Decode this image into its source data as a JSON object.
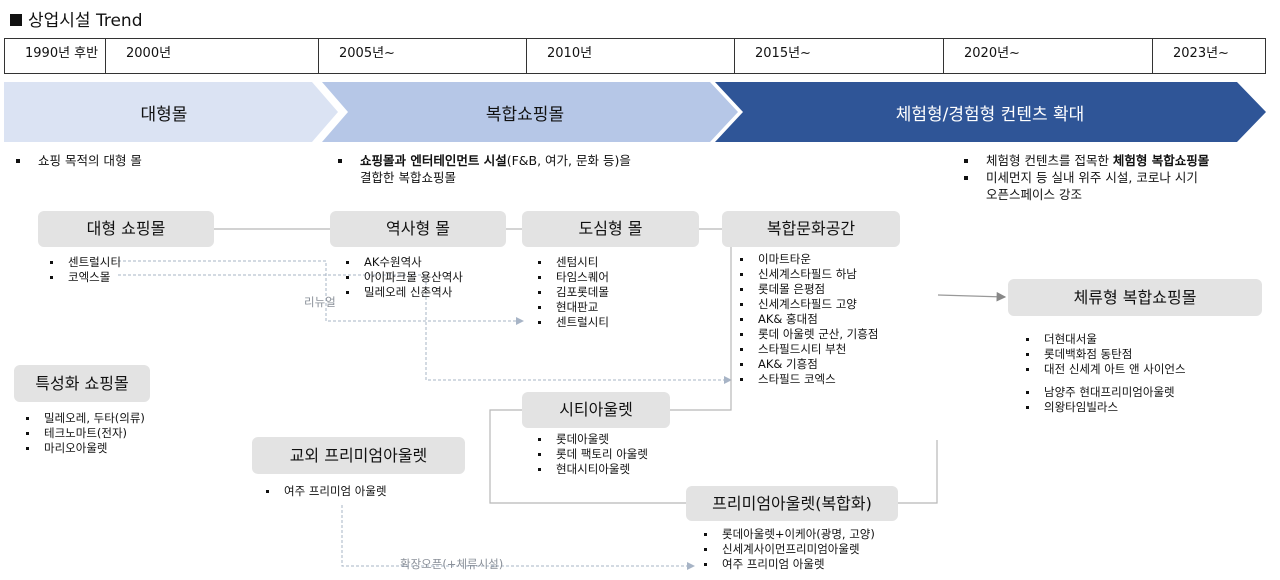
{
  "title": "상업시설 Trend",
  "timeline": [
    "1990년 후반",
    "2000년",
    "2005년~",
    "2010년",
    "2015년~",
    "2020년~",
    "2023년~"
  ],
  "phases": [
    {
      "label": "대형몰",
      "color": "#dbe3f3"
    },
    {
      "label": "복합쇼핑몰",
      "color": "#b6c7e7"
    },
    {
      "label": "체험형/경험형 컨텐츠 확대",
      "color": "#2f5597"
    }
  ],
  "phase_notes": {
    "p1": [
      "쇼핑 목적의 대형 몰"
    ],
    "p2_line1_bold": "쇼핑몰과 엔터테인먼트 시설",
    "p2_line1_rest": "(F&B, 여가, 문화 등)을",
    "p2_line2": "결합한 복합쇼핑몰",
    "p3_line1_pre": "체험형 컨텐츠를 접목한 ",
    "p3_line1_bold": "체험형 복합쇼핑몰",
    "p3_line2": "미세먼지 등 실내 위주 시설, 코로나 시기",
    "p3_line3": "오픈스페이스 강조"
  },
  "boxes": {
    "large_mall": {
      "title": "대형 쇼핑몰",
      "items": [
        "센트럴시티",
        "코엑스몰"
      ]
    },
    "station_mall": {
      "title": "역사형 몰",
      "items": [
        "AK수원역사",
        "아이파크몰 용산역사",
        "밀레오레 신촌역사"
      ]
    },
    "downtown_mall": {
      "title": "도심형 몰",
      "items": [
        "센텀시티",
        "타임스퀘어",
        "김포롯데몰",
        "현대판교",
        "센트럴시티"
      ]
    },
    "complex_culture": {
      "title": "복합문화공간",
      "items": [
        "이마트타운",
        "신세계스타필드 하남",
        "롯데몰 은평점",
        "신세계스타필드 고양",
        "AK& 홍대점",
        "롯데 아울렛 군산, 기흥점",
        "스타필드시티 부천",
        "AK& 기흥점",
        "스타필드 코엑스"
      ]
    },
    "specialty_mall": {
      "title": "특성화 쇼핑몰",
      "items": [
        "밀레오레, 두타(의류)",
        "테크노마트(전자)",
        "마리오아울렛"
      ]
    },
    "city_outlet": {
      "title": "시티아울렛",
      "items": [
        "롯데아울렛",
        "롯데 팩토리 아울렛",
        "현대시티아울렛"
      ]
    },
    "suburban_outlet": {
      "title": "교외 프리미엄아울렛",
      "items": [
        "여주 프리미엄 아울렛"
      ]
    },
    "premium_outlet": {
      "title": "프리미엄아울렛(복합화)",
      "items": [
        "롯데아울렛+이케아(광명, 고양)",
        "신세계사이먼프리미엄아울렛",
        "여주 프리미엄 아울렛"
      ]
    },
    "stay_mall": {
      "title": "체류형 복합쇼핑몰",
      "items": [
        "더현대서울",
        "롯데백화점 동탄점",
        "대전 신세계 아트 앤 사이언스",
        "남양주 현대프리미엄아울렛",
        "의왕타임빌라스"
      ]
    }
  },
  "notes": {
    "renewal": "리뉴얼",
    "expansion": "확장오픈(+체류시설)"
  }
}
